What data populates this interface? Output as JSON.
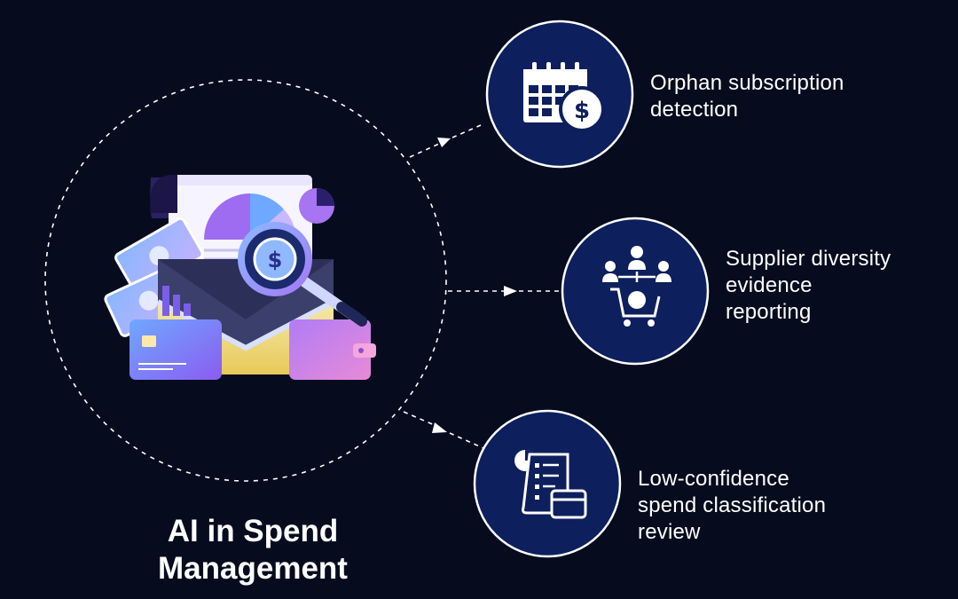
{
  "title": {
    "line1": "AI in Spend",
    "line2": "Management"
  },
  "features": [
    {
      "icon": "calendar-dollar-icon",
      "line1": "Orphan subscription",
      "line2": "detection"
    },
    {
      "icon": "supplier-network-cart-icon",
      "line1": "Supplier diversity",
      "line2": "evidence",
      "line3": "reporting"
    },
    {
      "icon": "receipt-card-icon",
      "line1": "Low-confidence",
      "line2": "spend classification",
      "line3": "review"
    }
  ],
  "colors": {
    "background": "#060c1e",
    "circle_fill": "#0d1f5c",
    "circle_stroke": "#ffffff",
    "accent_purple": "#9b6cf0",
    "accent_blue": "#6ea8ff"
  }
}
